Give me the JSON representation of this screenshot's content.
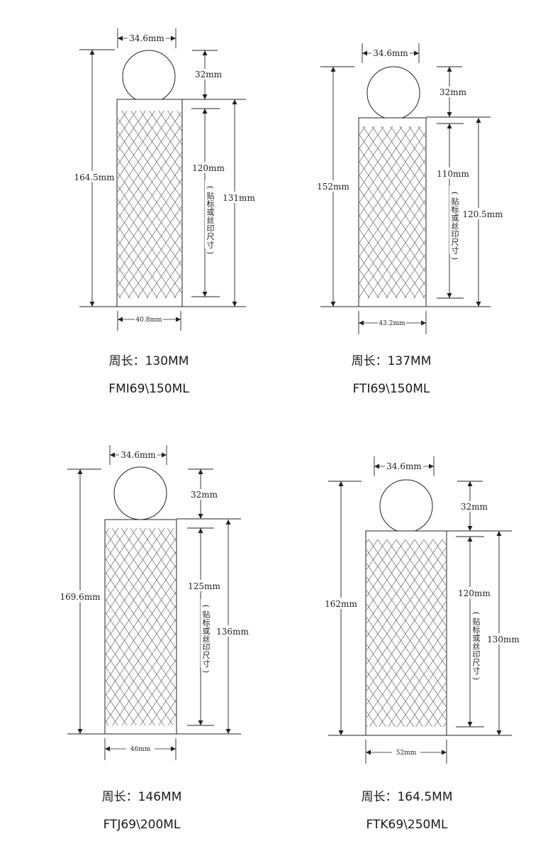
{
  "colors": {
    "line": "#222222",
    "mesh": "#666666",
    "text": "#1a1a1a"
  },
  "label_note": "(贴标或丝印尺寸)",
  "bottles": [
    {
      "id": "fmi",
      "cap_width": "34.6mm",
      "cap_height": "32mm",
      "total_height": "164.5mm",
      "print_height": "120mm",
      "body_height": "131mm",
      "base_width": "40.8mm",
      "circumference": "周长：130MM",
      "model": "FMI69\\150ML"
    },
    {
      "id": "fti",
      "cap_width": "34.6mm",
      "cap_height": "32mm",
      "total_height": "152mm",
      "print_height": "110mm",
      "body_height": "120.5mm",
      "base_width": "43.2mm",
      "circumference": "周长：137MM",
      "model": "FTI69\\150ML"
    },
    {
      "id": "ftj",
      "cap_width": "34.6mm",
      "cap_height": "32mm",
      "total_height": "169.6mm",
      "print_height": "125mm",
      "body_height": "136mm",
      "base_width": "46mm",
      "circumference": "周长：146MM",
      "model": "FTJ69\\200ML"
    },
    {
      "id": "ftk",
      "cap_width": "34.6mm",
      "cap_height": "32mm",
      "total_height": "162mm",
      "print_height": "120mm",
      "body_height": "130mm",
      "base_width": "52mm",
      "circumference": "周长：164.5MM",
      "model": "FTK69\\250ML"
    }
  ]
}
